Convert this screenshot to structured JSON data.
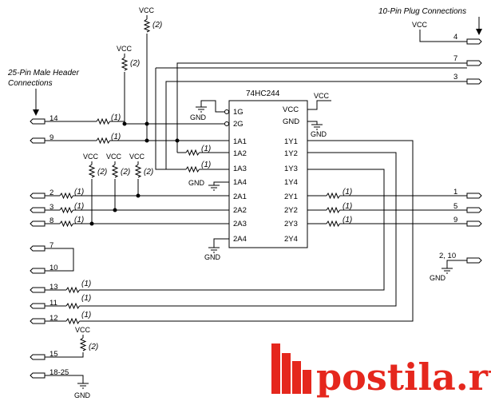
{
  "labels": {
    "header_title": [
      "25-Pin Male Header",
      "Connections"
    ],
    "plug_title": "10-Pin Plug Connections",
    "chip_name": "74HC244",
    "vcc": "VCC",
    "gnd": "GND",
    "r1": "(1)",
    "r2": "(2)"
  },
  "chip_pins": {
    "left": [
      "1G",
      "2G",
      "1A1",
      "1A2",
      "1A3",
      "1A4",
      "2A1",
      "2A2",
      "2A3",
      "2A4"
    ],
    "right": [
      "VCC",
      "GND",
      "1Y1",
      "1Y2",
      "1Y3",
      "1Y4",
      "2Y1",
      "2Y2",
      "2Y3",
      "2Y4"
    ]
  },
  "header_pins": [
    "14",
    "9",
    "2",
    "3",
    "8",
    "7",
    "10",
    "13",
    "11",
    "12",
    "15",
    "18-25"
  ],
  "plug_pins": [
    "4",
    "7",
    "3",
    "1",
    "5",
    "9",
    "2, 10"
  ],
  "watermark": "postila.ru"
}
